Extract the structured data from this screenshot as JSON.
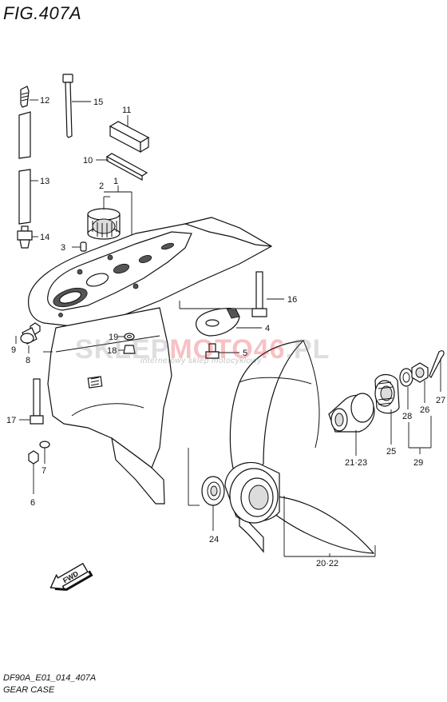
{
  "figure": {
    "title": "FIG.407A",
    "code": "DF90A_E01_014_407A",
    "name": "GEAR CASE",
    "fwd_label": "FWD"
  },
  "watermark": {
    "part_a": "SKLEP",
    "part_b": "MOTO46",
    "part_c": ".PL",
    "subtitle": "internetowy sklep motocyklowy"
  },
  "callouts": {
    "c1": "1",
    "c2": "2",
    "c3": "3",
    "c4": "4",
    "c5": "5",
    "c6": "6",
    "c7": "7",
    "c8": "8",
    "c9": "9",
    "c10": "10",
    "c11": "11",
    "c12": "12",
    "c13": "13",
    "c14": "14",
    "c15": "15",
    "c16": "16",
    "c17": "17",
    "c18": "18",
    "c19": "19",
    "c2022": "20·22",
    "c2123": "21·23",
    "c24": "24",
    "c25": "25",
    "c26": "26",
    "c27": "27",
    "c28": "28",
    "c29": "29"
  }
}
